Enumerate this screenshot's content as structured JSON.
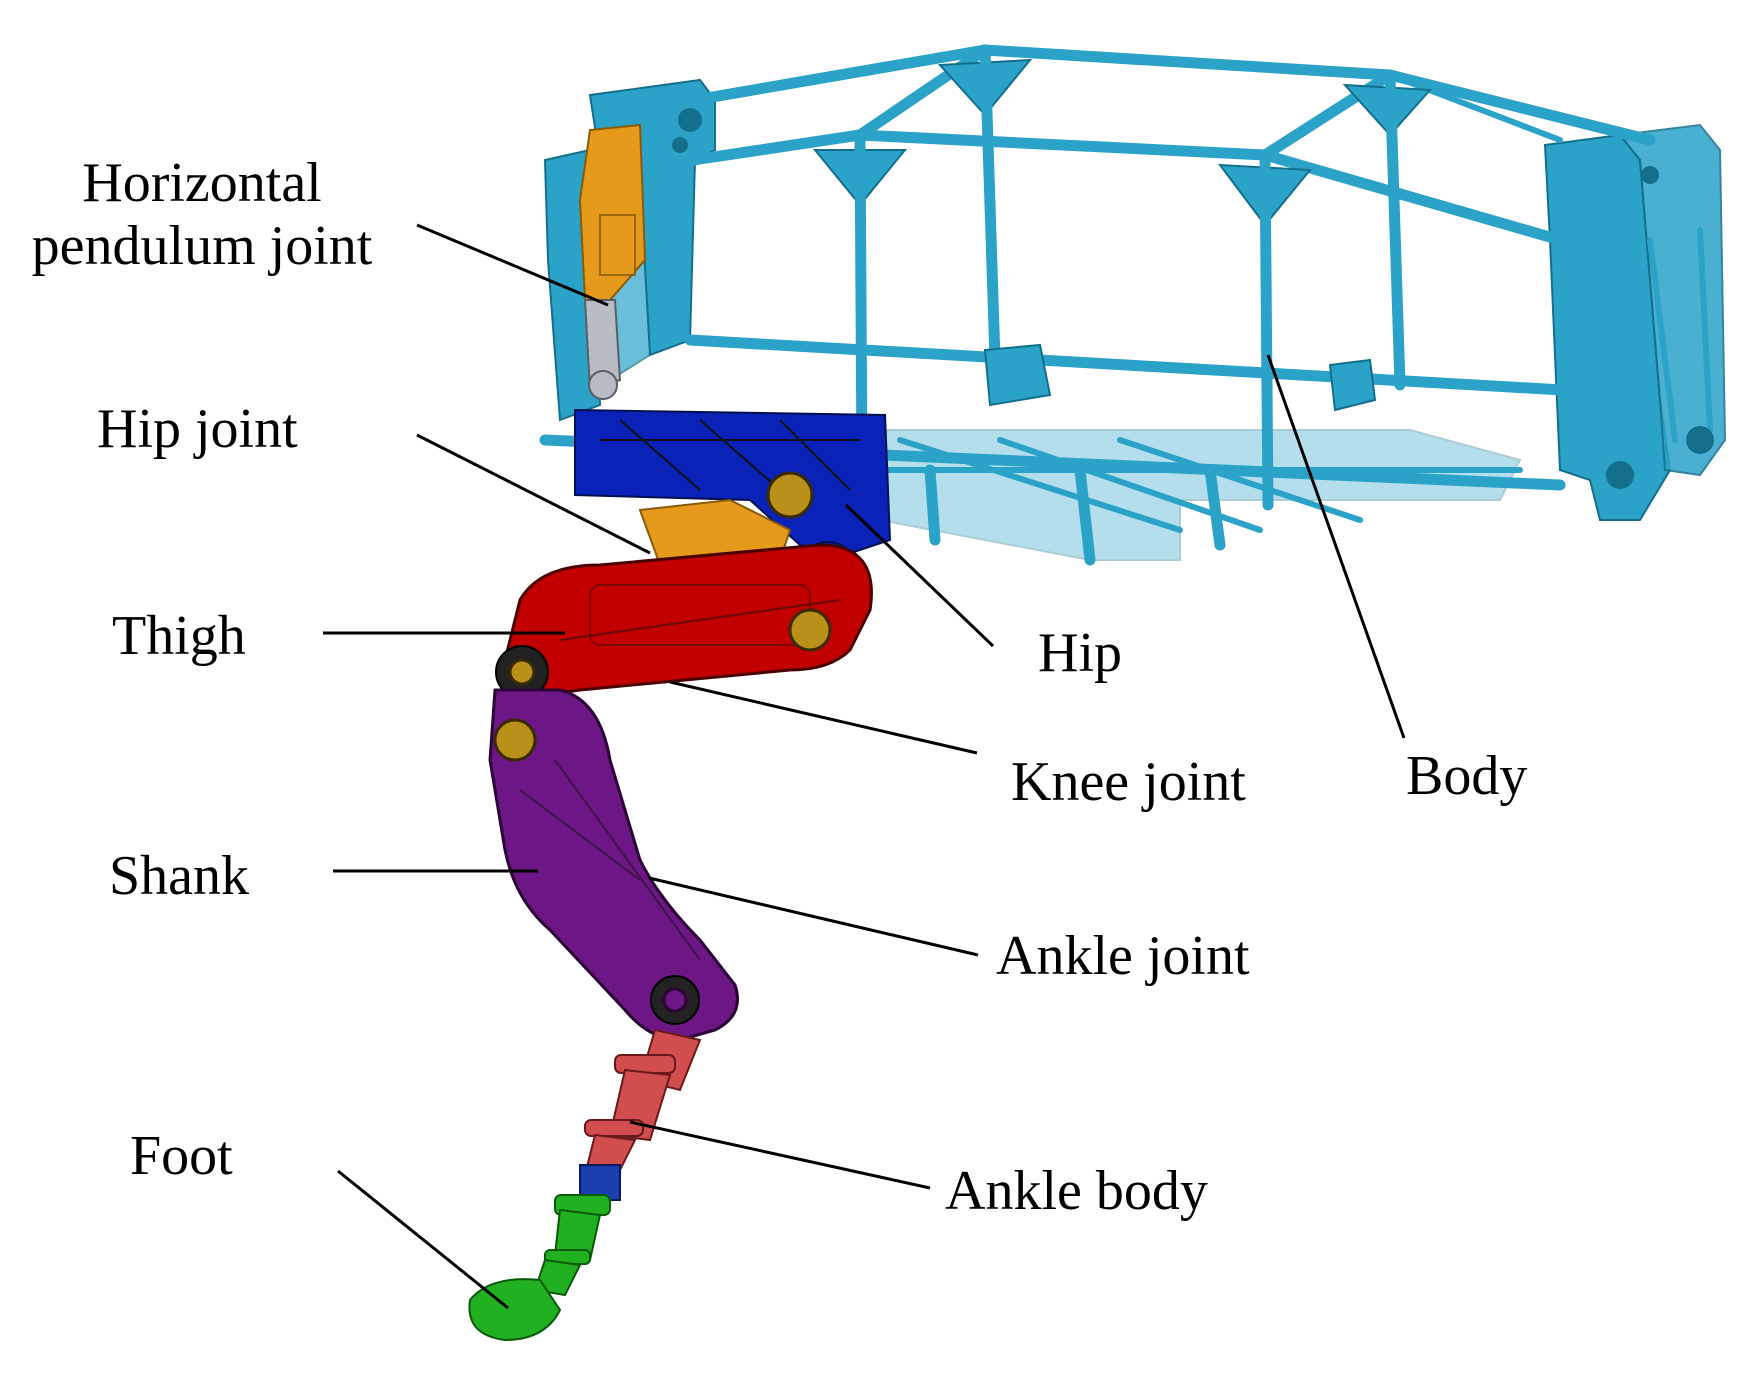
{
  "labels": {
    "horizontal_pendulum_joint": "Horizontal\npendulum joint",
    "hip_joint": "Hip joint",
    "thigh": "Thigh",
    "shank": "Shank",
    "foot": "Foot",
    "hip": "Hip",
    "knee_joint": "Knee joint",
    "ankle_joint": "Ankle joint",
    "ankle_body": "Ankle body",
    "body": "Body"
  },
  "colors": {
    "body_frame": "#2ba3c9",
    "body_frame_dark": "#136f8c",
    "hip": "#0a22b8",
    "thigh": "#c20000",
    "shank": "#6d1685",
    "ankle_body": "#d24d4d",
    "foot": "#20b020",
    "pendulum_joint": "#e59a1c",
    "bolt": "#b8901a",
    "leader_line": "#000000"
  }
}
